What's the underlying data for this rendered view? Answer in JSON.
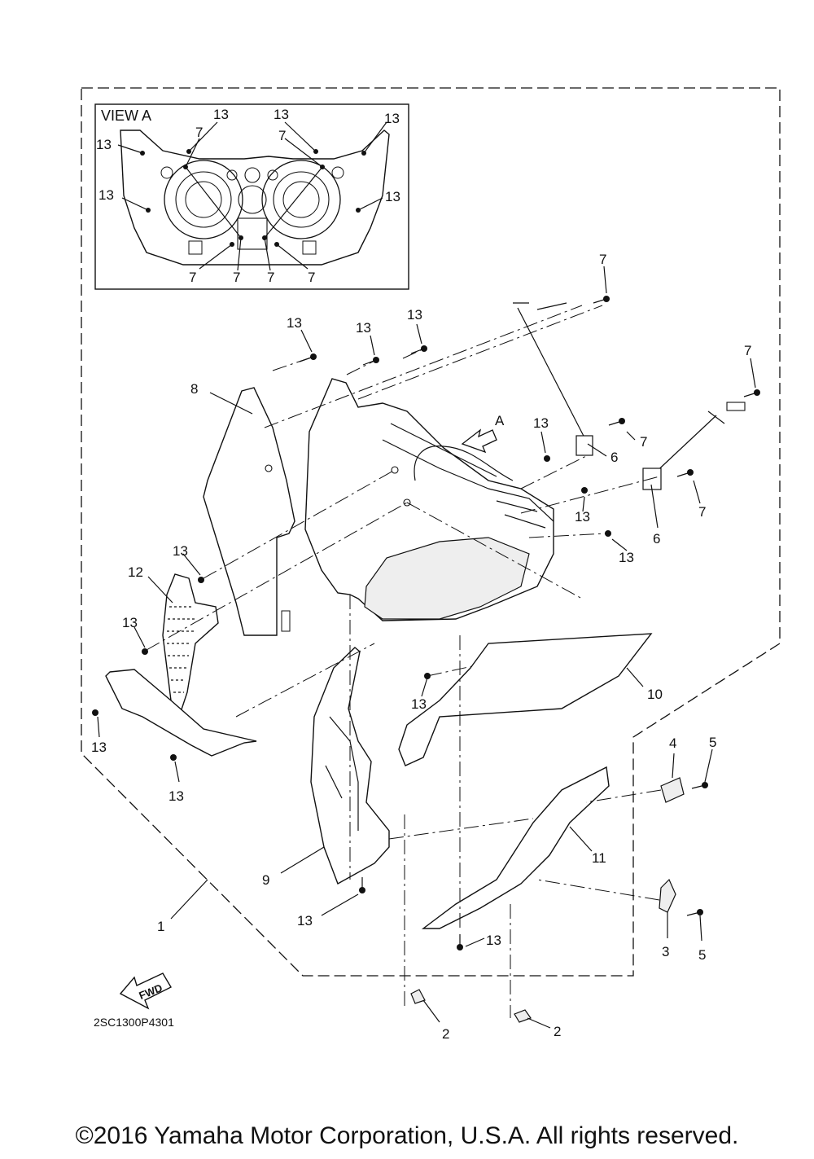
{
  "view_title": "VIEW A",
  "view_arrow_label": "A",
  "fwd_label": "FWD",
  "diagram_code": "2SC1300P4301",
  "copyright": "©2016 Yamaha Motor Corporation, U.S.A. All rights reserved.",
  "callouts": {
    "c1": "1",
    "c2a": "2",
    "c2b": "2",
    "c3": "3",
    "c4": "4",
    "c5a": "5",
    "c5b": "5",
    "c6a": "6",
    "c6b": "6",
    "c7a": "7",
    "c7b": "7",
    "c7c": "7",
    "c7d": "7",
    "c8": "8",
    "c9": "9",
    "c10": "10",
    "c11": "11",
    "c12": "12",
    "c13a": "13",
    "c13b": "13",
    "c13c": "13",
    "c13d": "13",
    "c13e": "13",
    "c13f": "13",
    "c13g": "13",
    "c13h": "13",
    "c13i": "13",
    "c13j": "13",
    "c13k": "13",
    "c13l": "13",
    "c13m": "13"
  },
  "view_a_callouts": {
    "v13a": "13",
    "v13b": "13",
    "v13c": "13",
    "v13d": "13",
    "v13e": "13",
    "v13f": "13",
    "v7a": "7",
    "v7b": "7",
    "v7c": "7",
    "v7d": "7",
    "v7e": "7",
    "v7f": "7"
  }
}
